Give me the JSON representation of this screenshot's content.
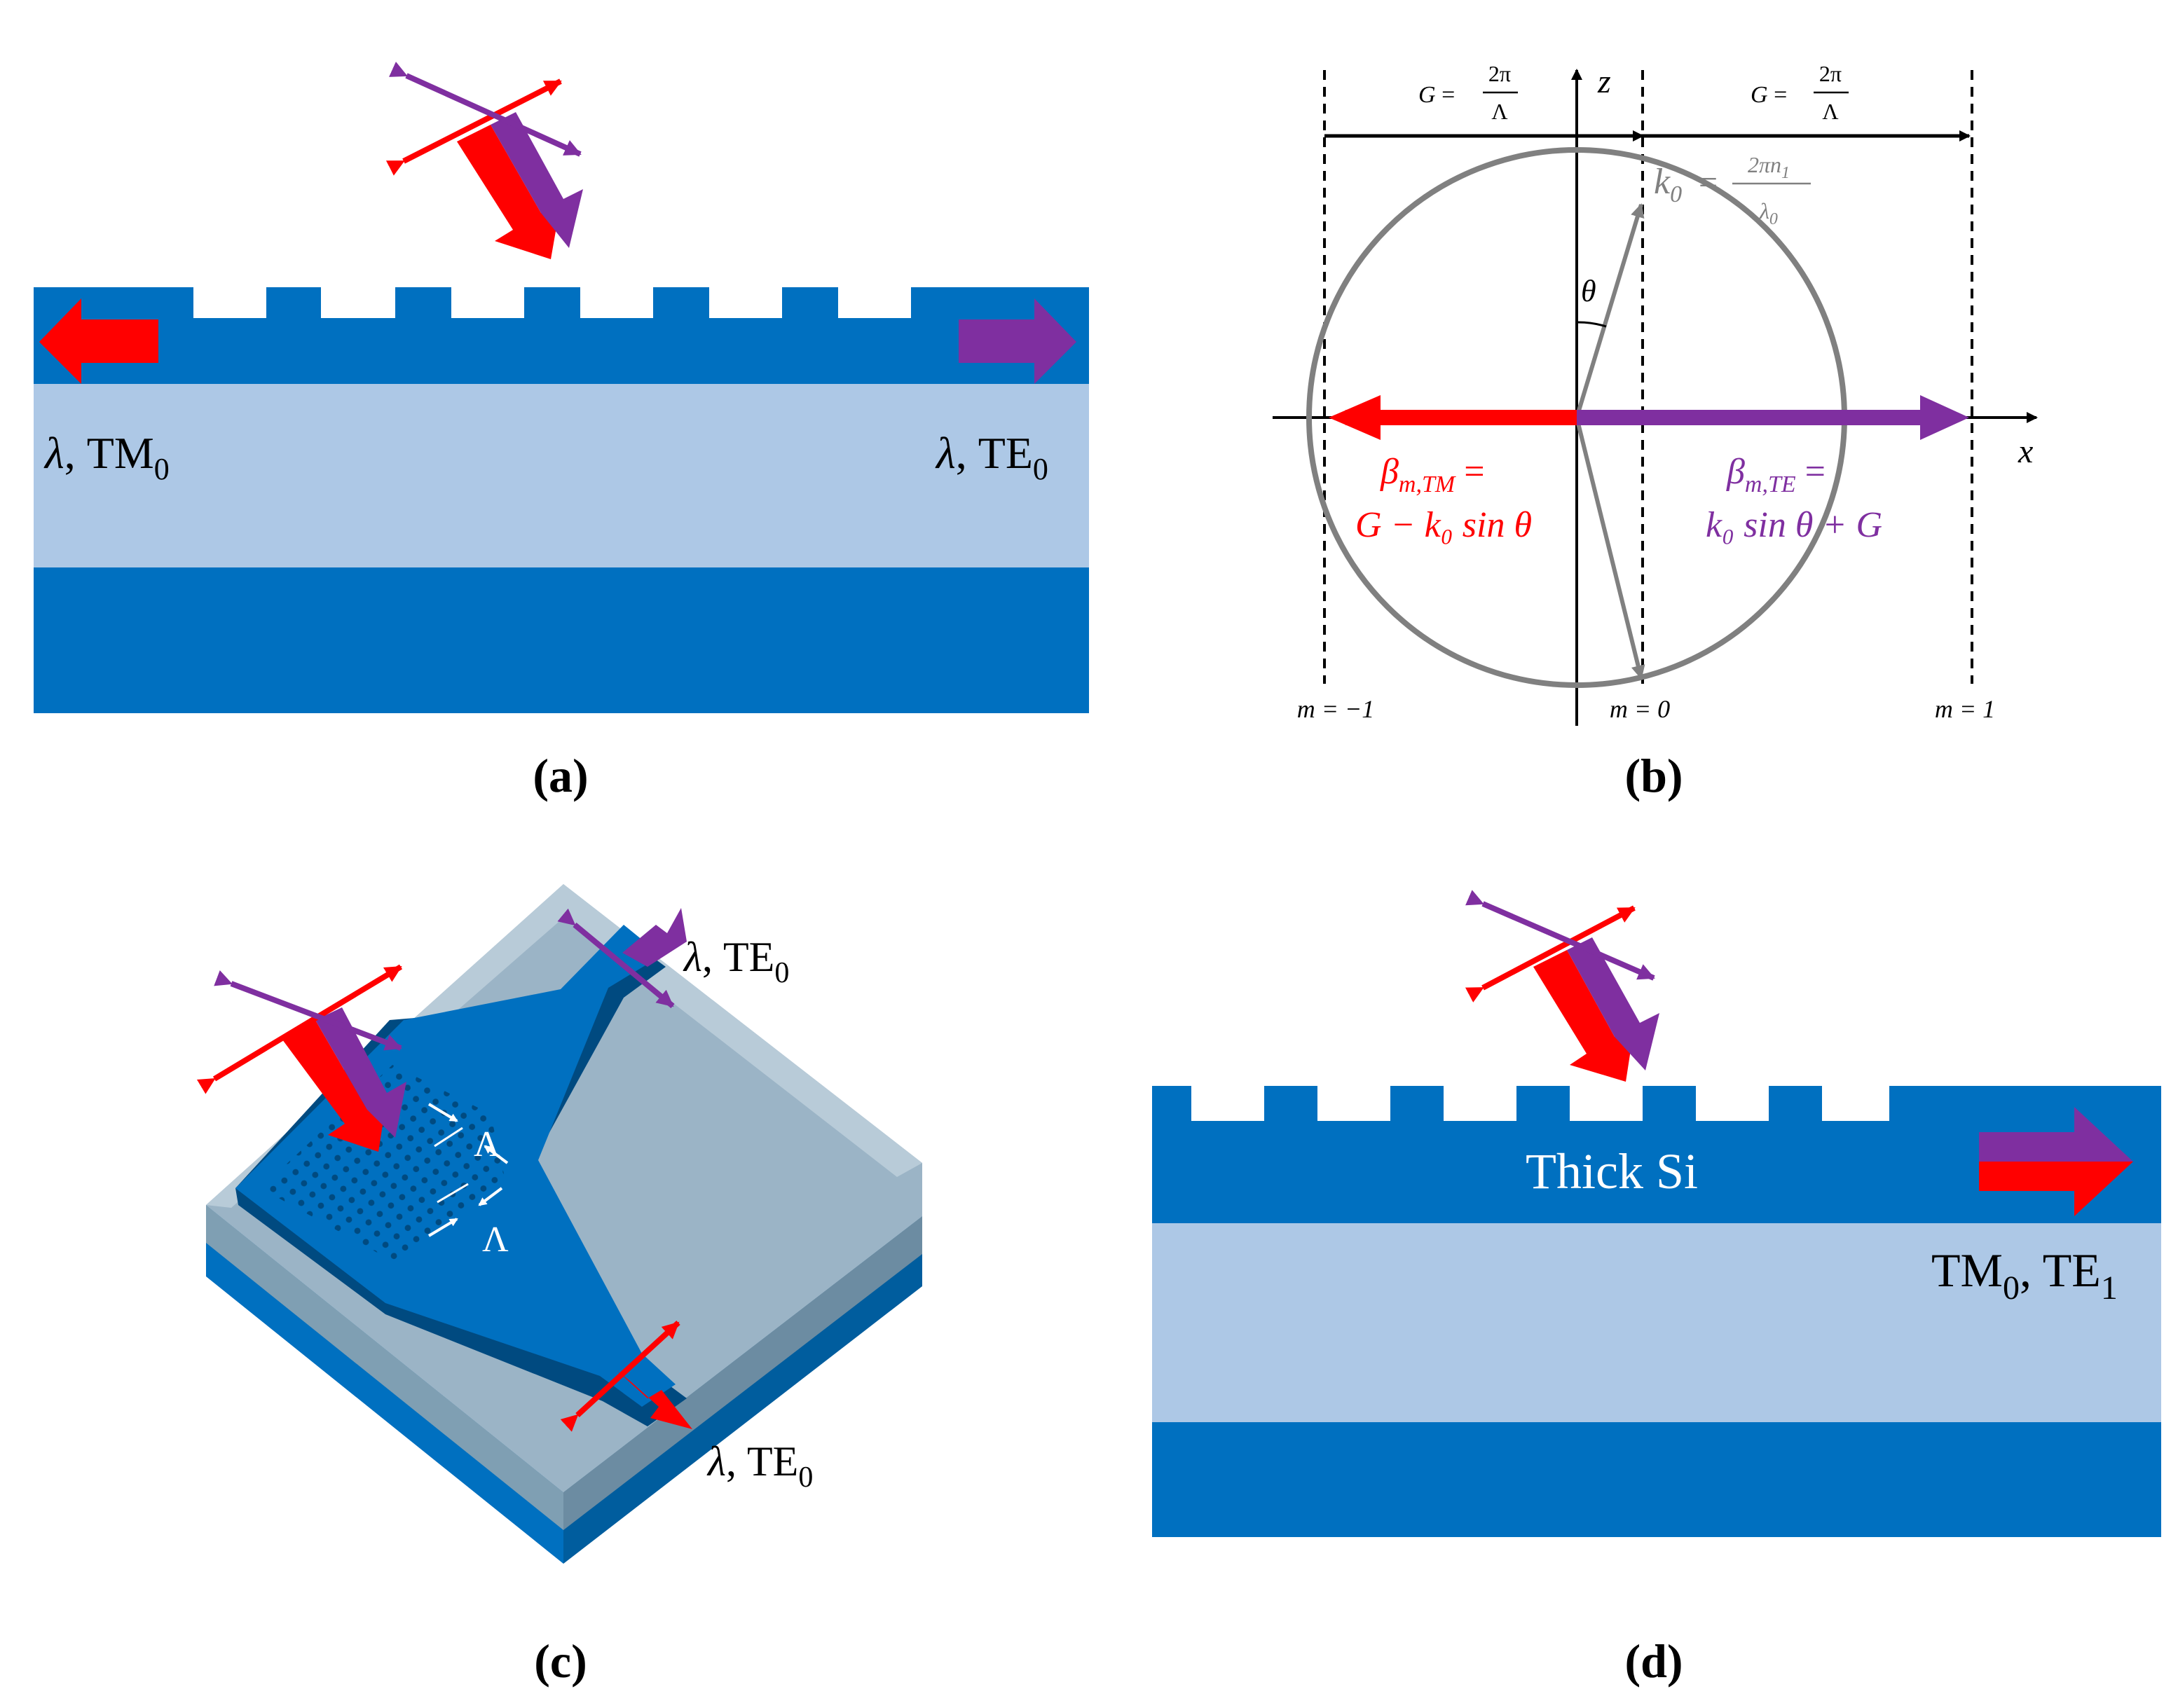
{
  "colors": {
    "dark_blue": "#0070c0",
    "light_blue": "#adc8e6",
    "red": "#ff0000",
    "purple": "#7f2fa0",
    "gray": "#808080",
    "slab_gray": "#8aaec2",
    "black": "#000000"
  },
  "panel_a": {
    "caption": "(a)",
    "left_mode_lambda": "λ",
    "left_mode_base": ", TM",
    "left_mode_sub": "0",
    "right_mode_lambda": "λ",
    "right_mode_base": ", TE",
    "right_mode_sub": "0"
  },
  "panel_b": {
    "caption": "(b)",
    "g_left_lhs": "G = ",
    "g_left_num": "2π",
    "g_left_den": "Λ",
    "g_right_lhs": "G = ",
    "g_right_num": "2π",
    "g_right_den": "Λ",
    "axis_z": "z",
    "axis_x": "x",
    "k0_lhs": "k",
    "k0_sub": "0",
    "k0_eq": " = ",
    "k0_num": "2πn",
    "k0_num_sub": "1",
    "k0_den": "λ",
    "k0_den_sub": "0",
    "theta": "θ",
    "beta_tm_line1": "β",
    "beta_tm_sub": "m,TM",
    "beta_tm_eq": " =",
    "beta_tm_line2": "G − k₀ sin θ",
    "beta_te_line1": "β",
    "beta_te_sub": "m,TE",
    "beta_te_eq": " =",
    "beta_te_line2": "k₀ sin θ + G",
    "order_left": "m = −1",
    "order_mid": "m = 0",
    "order_right": "m = 1"
  },
  "panel_c": {
    "caption": "(c)",
    "period_top": "Λ",
    "period_bottom": "Λ",
    "top_out_lambda": "λ",
    "top_out_base": ", TE",
    "top_out_sub": "0",
    "bottom_out_lambda": "λ",
    "bottom_out_base": ", TE",
    "bottom_out_sub": "0"
  },
  "panel_d": {
    "caption": "(d)",
    "layer_label": "Thick Si",
    "mode_tm": "TM",
    "mode_tm_sub": "0",
    "mode_sep": ", TE",
    "mode_te_sub": "1"
  }
}
